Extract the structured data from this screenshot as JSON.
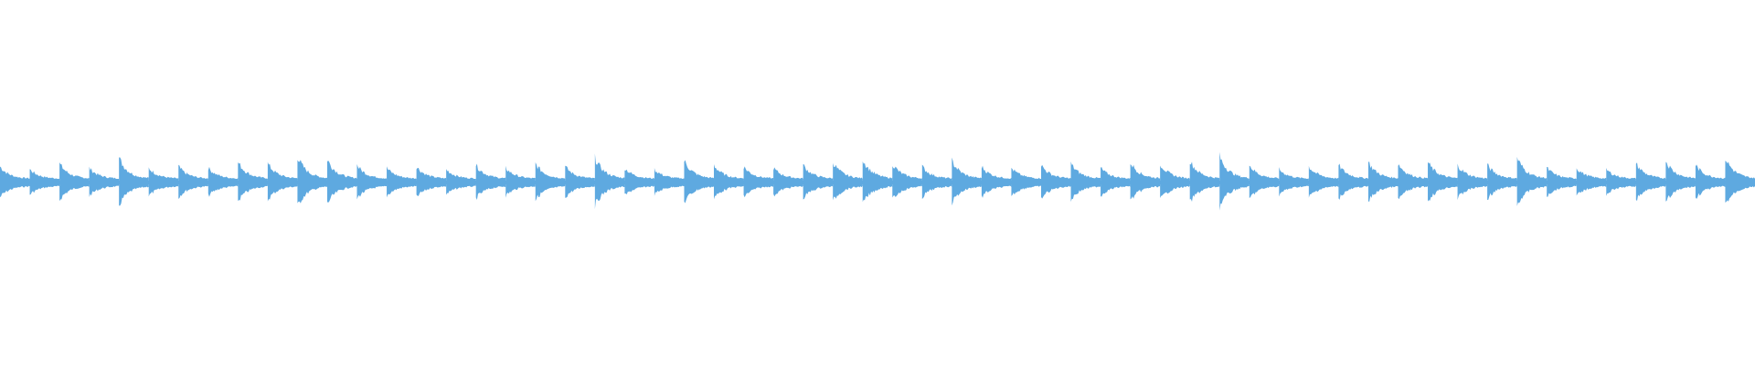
{
  "waveform": {
    "color": "#5ea9e0",
    "background": "#ffffff",
    "transient_amplitudes": [
      0.55,
      0.45,
      0.65,
      0.5,
      0.85,
      0.5,
      0.55,
      0.5,
      0.7,
      0.65,
      0.9,
      0.8,
      0.6,
      0.5,
      0.55,
      0.45,
      0.6,
      0.5,
      0.65,
      0.55,
      0.85,
      0.5,
      0.45,
      0.75,
      0.6,
      0.55,
      0.5,
      0.6,
      0.7,
      0.8,
      0.65,
      0.55,
      0.75,
      0.55,
      0.5,
      0.6,
      0.65,
      0.5,
      0.7,
      0.65,
      0.75,
      0.9,
      0.6,
      0.45,
      0.55,
      0.6,
      0.7,
      0.65,
      0.7,
      0.6,
      0.6,
      0.85,
      0.5,
      0.5,
      0.45,
      0.65,
      0.75,
      0.6,
      0.85
    ]
  }
}
